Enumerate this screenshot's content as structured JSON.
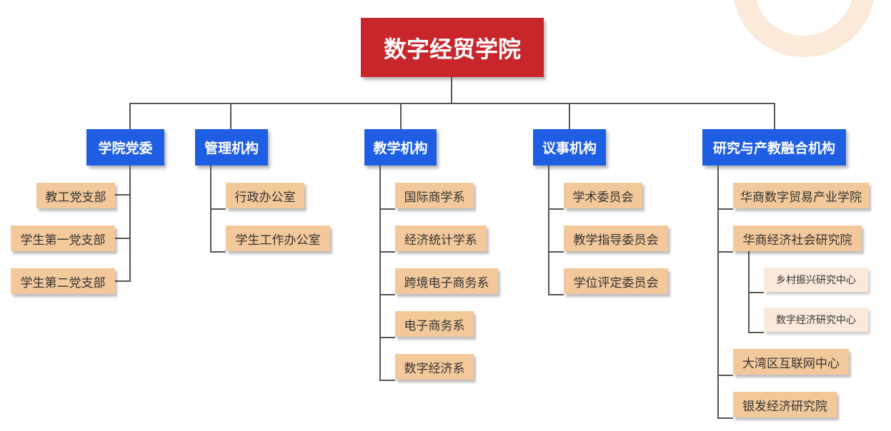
{
  "title": "数字经贸学院",
  "branches": [
    {
      "label": "学院党委",
      "children": [
        "教工党支部",
        "学生第一党支部",
        "学生第二党支部"
      ]
    },
    {
      "label": "管理机构",
      "children": [
        "行政办公室",
        "学生工作办公室"
      ]
    },
    {
      "label": "教学机构",
      "children": [
        "国际商学系",
        "经济统计学系",
        "跨境电子商务系",
        "电子商务系",
        "数字经济系"
      ]
    },
    {
      "label": "议事机构",
      "children": [
        "学术委员会",
        "教学指导委员会",
        "学位评定委员会"
      ]
    },
    {
      "label": "研究与产教融合机构",
      "children": [
        "华商数字贸易产业学院",
        "华商经济社会研究院",
        "大湾区互联网中心",
        "银发经济研究院"
      ],
      "sub_children": [
        "乡村振兴研究中心",
        "数字经济研究中心"
      ]
    }
  ],
  "colors": {
    "root": "#c8262b",
    "level1": "#1d5ee2",
    "level2": "#f3c89a",
    "level3": "#fbeadb",
    "line": "#555555"
  }
}
